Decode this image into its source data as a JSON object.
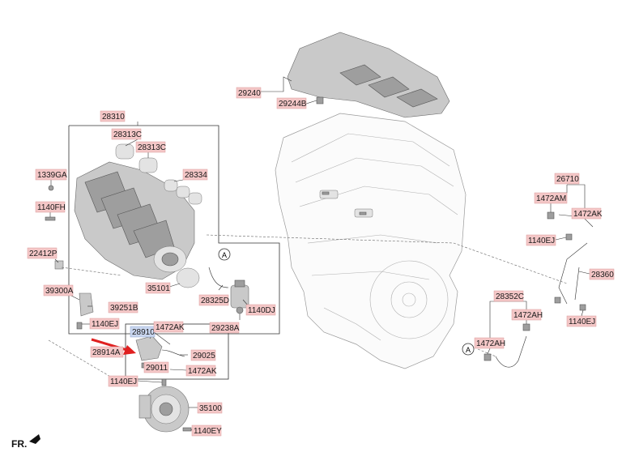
{
  "labels": {
    "cover": "29240",
    "cover_bolt": "29244B",
    "manifold_assy": "28310",
    "gasket_1": "28313C",
    "gasket_2": "28313C",
    "gasket_3": "28334",
    "bolt_1339": "1339GA",
    "bolt_1140fh": "1140FH",
    "sensor_22412": "22412P",
    "sensor_39300": "39300A",
    "bracket_39251": "39251B",
    "bolt_1140ej_left": "1140EJ",
    "oring_35101": "35101",
    "hose_28325": "28325D",
    "bolt_1140dj": "1140DJ",
    "valve_29238": "29238A",
    "pcsv_28910": "28910",
    "hose_28914": "28914A",
    "clamp_1472ak_top": "1472AK",
    "hose_29025": "29025",
    "hose_29011": "29011",
    "clamp_1472ak_bottom": "1472AK",
    "bolt_1140ej_mid": "1140EJ",
    "throttle_35100": "35100",
    "bolt_1140ey": "1140EY",
    "pipe_26710": "26710",
    "clamp_1472am": "1472AM",
    "clamp_1472ak_right": "1472AK",
    "bolt_1140ej_right": "1140EJ",
    "pipe_28360": "28360",
    "hose_28352": "28352C",
    "clamp_1472ah_a": "1472AH",
    "clamp_1472ah_b": "1472AH",
    "bolt_1140ej_far": "1140EJ",
    "ref_a_left": "A",
    "ref_a_right": "A",
    "front": "FR."
  },
  "colors": {
    "label_fill": "#f4c7c7",
    "label_highlight": "#c9d6ef",
    "arrow": "#e02020"
  }
}
